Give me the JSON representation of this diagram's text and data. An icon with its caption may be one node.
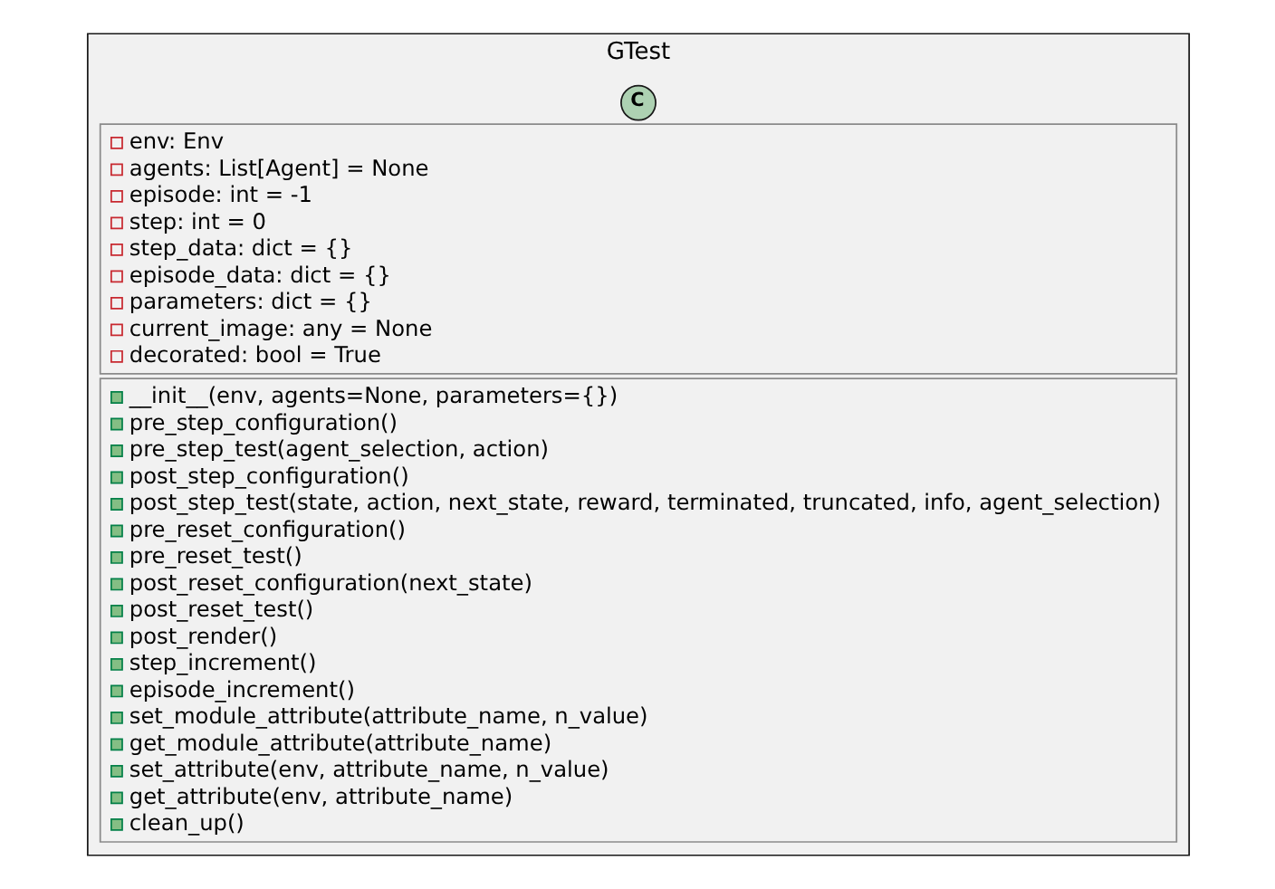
{
  "diagram": {
    "nodes": [
      {
        "text": [
          "GTest"
        ]
      },
      {
        "text": [
          "C"
        ],
        "in": 0
      },
      {
        "text": [
          "env: Env",
          "agents: List[Agent] = None",
          "episode: int = -1",
          "step: int = 0",
          "step_data: dict = {}",
          "episode_data: dict = {}",
          "parameters: dict = {}",
          "current_image: any = None",
          "decorated: bool = True"
        ],
        "in": 0
      },
      {
        "text": [
          "__init__(env, agents=None, parameters={})",
          "pre_step_configuration()",
          "pre_step_test(agent_selection, action)",
          "post_step_configuration()",
          "post_step_test(state, action, next_state, reward, terminated, truncated, info, agent_selection)",
          "pre_reset_configuration()",
          "pre_reset_test()",
          "post_reset_configuration(next_state)",
          "post_reset_test()",
          "post_render()",
          "step_increment()",
          "episode_increment()",
          "set_module_attribute(attribute_name, n_value)",
          "get_module_attribute(attribute_name)",
          "set_attribute(env, attribute_name, n_value)",
          "get_attribute(env, attribute_name)",
          "clean_up()"
        ],
        "in": 0
      }
    ]
  }
}
